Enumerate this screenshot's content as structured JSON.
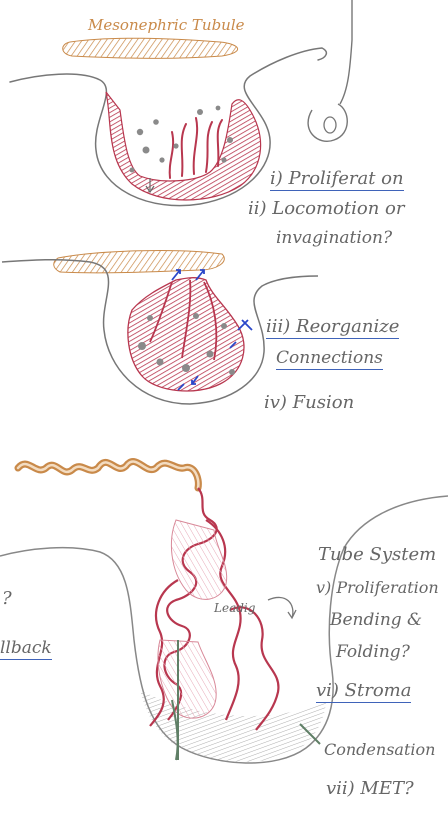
{
  "top_label": "Mesonephric Tubule",
  "steps": {
    "i": "i) Proliferat on",
    "ii_a": "ii) Locomotion or",
    "ii_b": "invagination?",
    "iii_a": "iii) Reorganize",
    "iii_b": "Connections",
    "iv": "iv) Fusion"
  },
  "tube_system": {
    "title": "Tube System",
    "v_a": "v) Proliferation",
    "v_b": "Bending &",
    "v_c": "Folding?",
    "vi_a": "vi) Stroma",
    "vi_b": "Condensation",
    "vii": "vii) MET?"
  },
  "leading_label": "Leadig",
  "left_fragments": {
    "q": "?",
    "back": "llback"
  },
  "colors": {
    "ink": "#6b6b6b",
    "tubule_orange": "#c98a4a",
    "tissue_red": "#b8374f",
    "underline_blue": "#3f63b9",
    "arrow_blue": "#2a47c9",
    "stroma_green": "#5f7f66"
  }
}
